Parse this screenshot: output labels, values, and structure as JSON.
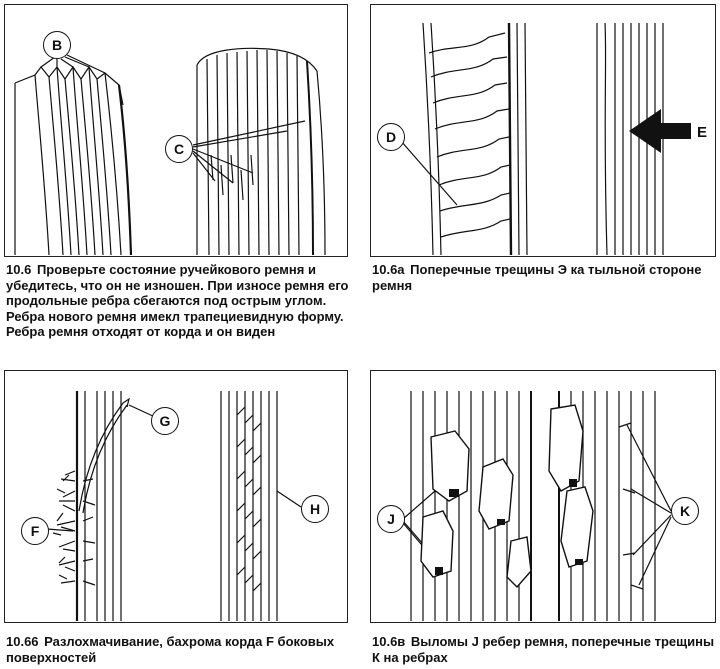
{
  "figures": [
    {
      "number": "10.6",
      "caption": "Проверьте состояние ручейкового ремня и убедитесь, что он не изношен. При износе ремня его продольные ребра сбегаются под острым углом. Ребра нового ремня имекл трапециевидную форму. Ребра ремня отходят от корда и он виден",
      "callouts": [
        "B",
        "C"
      ]
    },
    {
      "number": "10.6а",
      "caption": "Поперечные трещины Э ка тыльной стороне ремня",
      "callouts": [
        "D",
        "E"
      ]
    },
    {
      "number": "10.66",
      "caption": "Разлохмачивание, бахрома корда F боковых поверхностей",
      "callouts": [
        "G",
        "F",
        "H"
      ]
    },
    {
      "number": "10.6в",
      "caption": "Выломы J ребер ремня, поперечные трещины К на ребрах",
      "callouts": [
        "J",
        "K"
      ]
    }
  ],
  "colors": {
    "ink": "#111111",
    "background": "#ffffff"
  }
}
